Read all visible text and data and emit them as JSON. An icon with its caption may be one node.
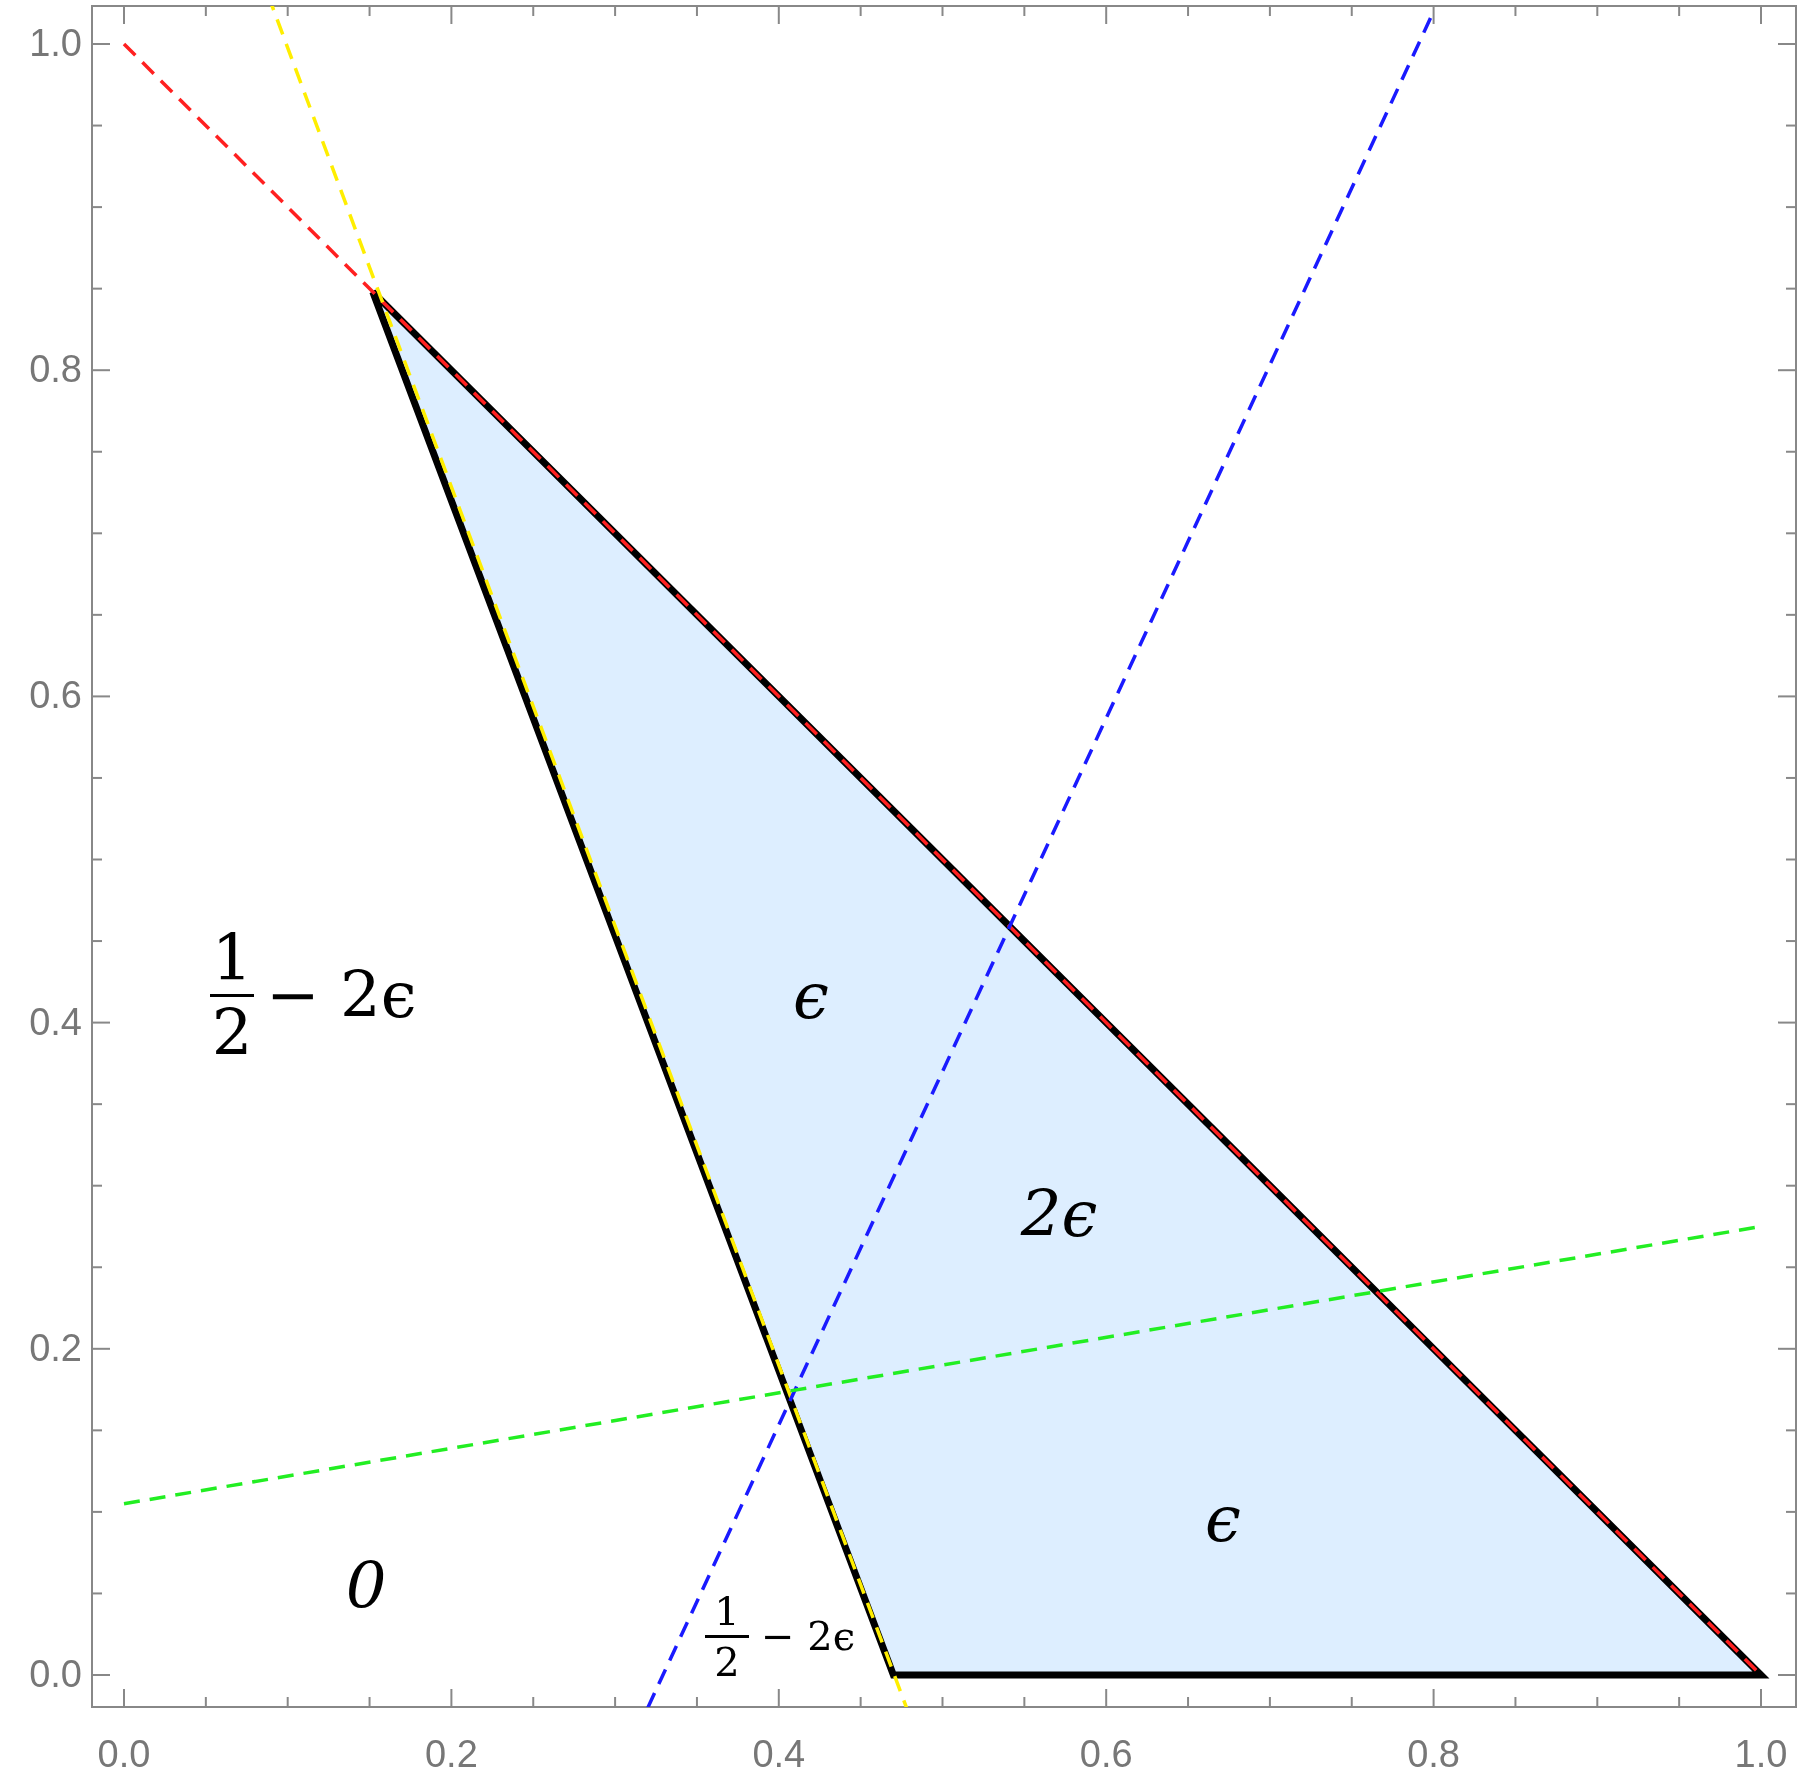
{
  "diagram": {
    "labels": [
      "1.0",
      "0.8",
      "0.6",
      "0.4",
      "0.2",
      "0.0",
      "1",
      "2",
      "− 2ϵ",
      "ϵ",
      "2ϵ",
      "ϵ",
      "0",
      "1",
      "2",
      "− 2ϵ",
      "0.0",
      "0.2",
      "0.4",
      "0.6",
      "0.8",
      "1.0"
    ]
  }
}
